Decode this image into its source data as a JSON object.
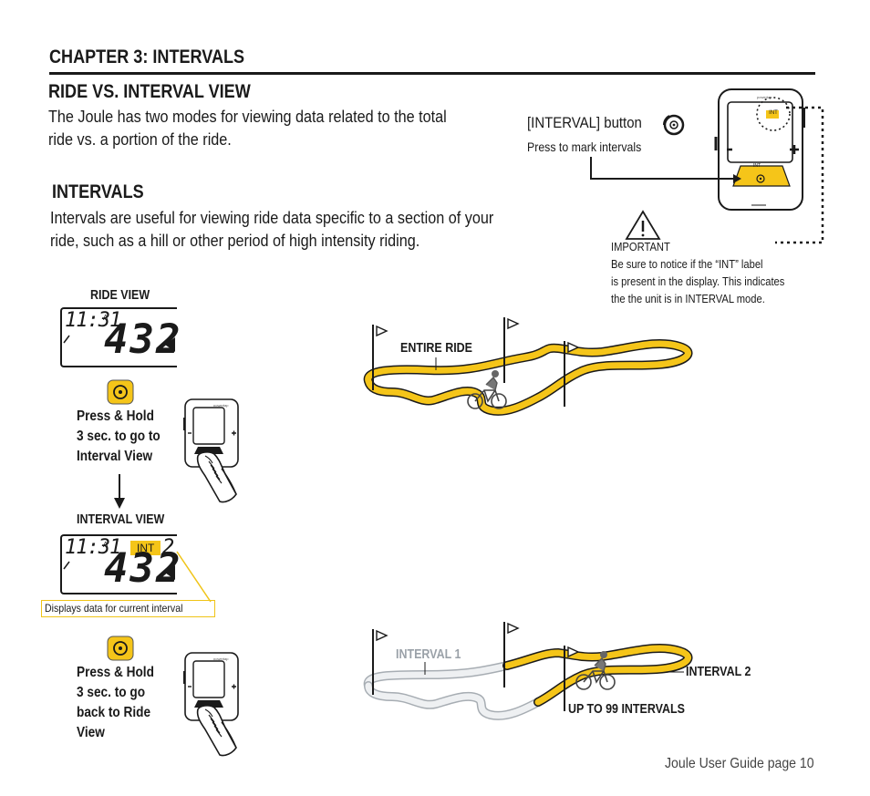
{
  "header": {
    "chapter_title": "CHAPTER 3: INTERVALS",
    "section_title": "RIDE VS. INTERVAL VIEW",
    "intro_line1": "The Joule has two modes for viewing data related to the total",
    "intro_line2": "ride vs. a portion of the ride."
  },
  "intervals": {
    "title": "INTERVALS",
    "line1": "Intervals are useful for viewing ride data specific to a section of your",
    "line2": "ride, such as a hill or other period of high intensity riding."
  },
  "button_callout": {
    "label": "[INTERVAL] button",
    "sub": "Press to mark intervals",
    "device_int": "INT",
    "device_key_int": "INT",
    "device_brand": "powertap"
  },
  "important": {
    "heading": "IMPORTANT",
    "line1": "Be sure to notice if the “INT” label",
    "line2": "is present in the display. This indicates",
    "line3": "the the unit is in INTERVAL mode."
  },
  "ride_view": {
    "label": "RIDE VIEW",
    "time": "11:31",
    "time_suffix": "A",
    "value": "432"
  },
  "step1": {
    "line1": "Press & Hold",
    "line2": "3 sec. to go to",
    "line3": "Interval View"
  },
  "interval_view": {
    "label": "INTERVAL VIEW",
    "time": "11:31",
    "time_suffix": "A",
    "int_badge": "INT",
    "interval_number": "2",
    "value": "432",
    "caption": "Displays data for current interval"
  },
  "step2": {
    "line1": "Press & Hold",
    "line2": "3 sec. to go",
    "line3": "back to Ride",
    "line4": "View"
  },
  "map1": {
    "label": "ENTIRE RIDE"
  },
  "map2": {
    "label_interval1": "INTERVAL 1",
    "label_interval2": "INTERVAL 2",
    "label_up_to": "UP TO 99 INTERVALS"
  },
  "footer": {
    "page_label": "Joule User Guide page 10"
  },
  "colors": {
    "accent_yellow": "#f5c519",
    "text": "#1a1a1a",
    "gray_track": "#d9dde1"
  }
}
